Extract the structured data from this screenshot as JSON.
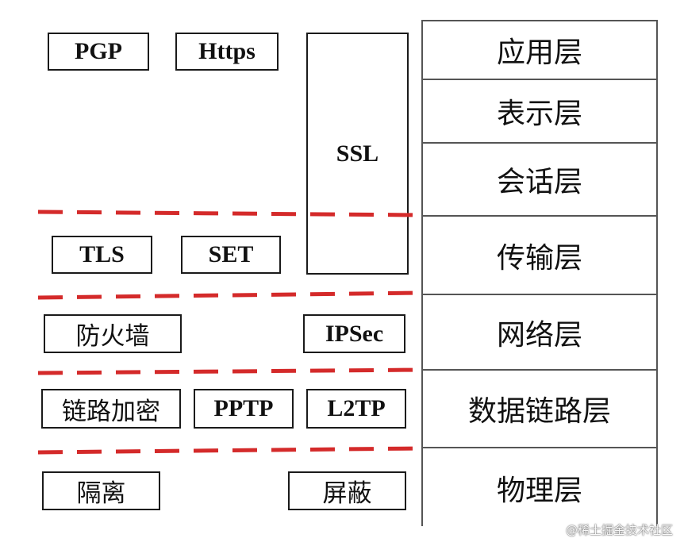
{
  "layers": [
    "应用层",
    "表示层",
    "会话层",
    "传输层",
    "网络层",
    "数据链路层",
    "物理层"
  ],
  "protocols": {
    "pgp": "PGP",
    "https": "Https",
    "ssl": "SSL",
    "tls": "TLS",
    "set": "SET",
    "firewall": "防火墙",
    "ipsec": "IPSec",
    "link_encryption": "链路加密",
    "pptp": "PPTP",
    "l2tp": "L2TP",
    "isolation": "隔离",
    "shielding": "屏蔽"
  },
  "divider_color": "#d42a2a",
  "watermark": "@稀土掘金技术社区"
}
